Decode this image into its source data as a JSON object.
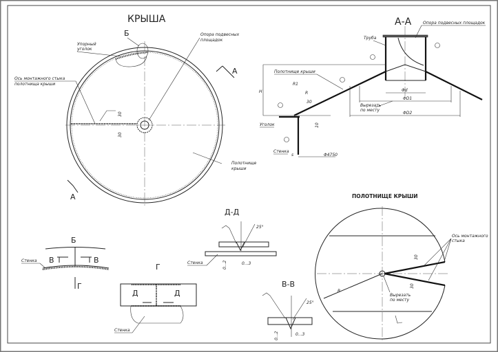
{
  "roof_plan": {
    "title": "КРЫША",
    "detail_b_marker": "Б",
    "section_marker_top": "А",
    "section_marker_bottom": "А",
    "label_stop_angle_1": "Упорный",
    "label_stop_angle_2": "уголок",
    "label_support_1": "Опора подвесных",
    "label_support_2": "площадок",
    "label_joint_axis_1": "Ось монтажного стыка",
    "label_joint_axis_2": "полотнища крыши",
    "label_sheet_1": "Полотнище",
    "label_sheet_2": "крыши",
    "dim_30_top": "30",
    "dim_30_bottom": "30"
  },
  "section_aa": {
    "title": "А-А",
    "label_support": "Опора подвесных площадок",
    "label_pipe": "Труба",
    "label_sheet": "Полотнище крыши",
    "label_angle": "Уголок",
    "label_wall": "Стенка",
    "label_cut_1": "Вырезать",
    "label_cut_2": "по месту",
    "dim_h": "H",
    "dim_r1": "R1",
    "dim_r": "R",
    "dim_30": "30",
    "dim_10": "10",
    "dim_s": "s",
    "dim_d": "Φd",
    "dim_d1": "ΦD1",
    "dim_d2": "ΦD2",
    "dim_4750": "Φ4750"
  },
  "sheet_view": {
    "title": "ПОЛОТНИЩЕ КРЫШИ",
    "label_joint_1": "Ось монтажного",
    "label_joint_2": "стыка",
    "label_cut_1": "Вырезать",
    "label_cut_2": "по месту",
    "dim_r": "R",
    "dim_30a": "30",
    "dim_30b": "30"
  },
  "detail_b": {
    "title": "Б",
    "label_wall": "Стенка",
    "marker_left": "В",
    "marker_right": "В",
    "view_marker": "Г"
  },
  "detail_g": {
    "title": "Г",
    "marker_left": "Д",
    "marker_right": "Д",
    "label_wall": "Стенка"
  },
  "section_dd": {
    "title": "Д-Д",
    "label_wall": "Стенка",
    "angle": "25°",
    "dim_gap": "0...3",
    "dim_step": "0...2"
  },
  "section_vv": {
    "title": "В-В",
    "angle": "25°",
    "dim_gap": "0...3",
    "dim_step": "0...2"
  }
}
